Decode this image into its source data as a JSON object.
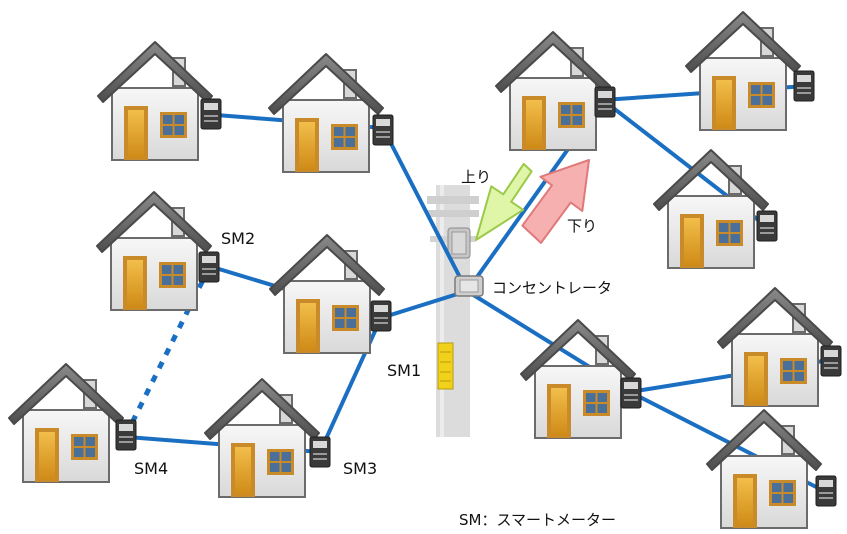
{
  "labels": {
    "sm1": "SM1",
    "sm2": "SM2",
    "sm3": "SM3",
    "sm4": "SM4",
    "uplink": "上り",
    "downlink": "下り",
    "concentrator": "コンセントレータ",
    "legend": "SM：スマートメーター"
  },
  "colors": {
    "link": "#1a6fc2",
    "uplink_arrow_fill": "#dff5a8",
    "uplink_arrow_stroke": "#9cc94a",
    "downlink_arrow_fill": "#f7b0b0",
    "downlink_arrow_stroke": "#e07a7a",
    "roof": "#6b6b6b",
    "wall": "#ededed",
    "door": "#e8a92c",
    "window": "#4a6f98",
    "meter": "#3a3a3a",
    "pole": "#dcdcdc"
  },
  "icons": {
    "house": "house-icon",
    "meter": "smart-meter-icon",
    "pole": "utility-pole-icon",
    "concentrator": "concentrator-icon"
  }
}
